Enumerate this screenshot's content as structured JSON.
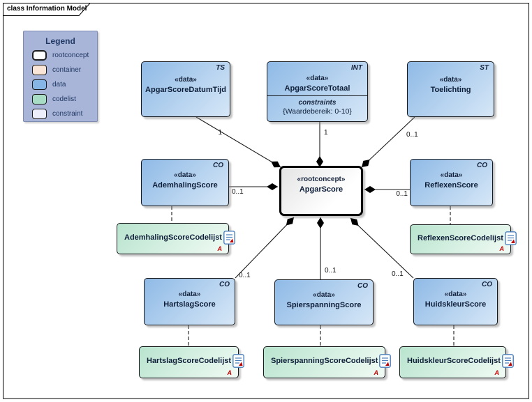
{
  "frame": {
    "tab_label": "class Information Model"
  },
  "legend": {
    "title": "Legend",
    "items": [
      {
        "label": "rootconcept",
        "color": "#ffffff"
      },
      {
        "label": "container",
        "color": "#fbe5d6"
      },
      {
        "label": "data",
        "color": "#85b6e6"
      },
      {
        "label": "codelist",
        "color": "#a8dcc4"
      },
      {
        "label": "constraint",
        "color": "#eceefb"
      }
    ]
  },
  "root_node": {
    "stereotype": "«rootconcept»",
    "name": "ApgarScore"
  },
  "nodes": {
    "datumtijd": {
      "type_tag": "TS",
      "stereotype": "«data»",
      "name": "ApgarScoreDatumTijd"
    },
    "totaal": {
      "type_tag": "INT",
      "stereotype": "«data»",
      "name": "ApgarScoreTotaal",
      "constraints_title": "constraints",
      "constraints_value": "{Waardebereik: 0-10}"
    },
    "toelichting": {
      "type_tag": "ST",
      "stereotype": "«data»",
      "name": "Toelichting"
    },
    "ademhaling": {
      "type_tag": "CO",
      "stereotype": "«data»",
      "name": "AdemhalingScore"
    },
    "reflexen": {
      "type_tag": "CO",
      "stereotype": "«data»",
      "name": "ReflexenScore"
    },
    "hartslag": {
      "type_tag": "CO",
      "stereotype": "«data»",
      "name": "HartslagScore"
    },
    "spierspanning": {
      "type_tag": "CO",
      "stereotype": "«data»",
      "name": "SpierspanningScore"
    },
    "huidskleur": {
      "type_tag": "CO",
      "stereotype": "«data»",
      "name": "HuidskleurScore"
    }
  },
  "codelists": {
    "ademhaling": {
      "name": "AdemhalingScoreCodelijst",
      "marker": "A"
    },
    "reflexen": {
      "name": "ReflexenScoreCodelijst",
      "marker": "A"
    },
    "hartslag": {
      "name": "HartslagScoreCodelijst",
      "marker": "A"
    },
    "spierspanning": {
      "name": "SpierspanningScoreCodelijst",
      "marker": "A"
    },
    "huidskleur": {
      "name": "HuidskleurScoreCodelijst",
      "marker": "A"
    }
  },
  "multiplicities": {
    "datumtijd": "1",
    "totaal": "1",
    "toelichting": "0..1",
    "ademhaling": "0..1",
    "reflexen": "0..1",
    "hartslag": "0..1",
    "spierspanning": "0..1",
    "huidskleur": "0..1"
  }
}
